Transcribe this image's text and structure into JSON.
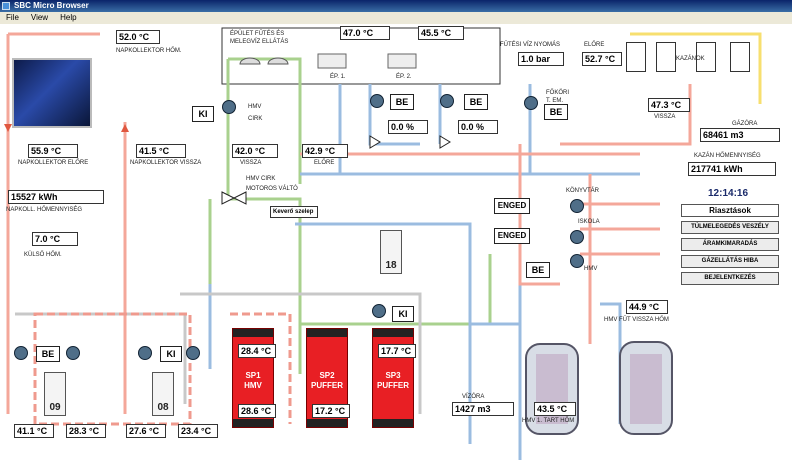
{
  "window": {
    "title": "SBC Micro Browser"
  },
  "menu": {
    "file": "File",
    "view": "View",
    "help": "Help"
  },
  "solar": {
    "collector_temp": "52.0",
    "collector_temp_label": "NAPKOLLEKTOR HŐM.",
    "flow_temp": "55.9",
    "flow_label": "NAPKOLLEKTOR ELŐRE",
    "return_temp": "41.5",
    "return_label": "NAPKOLLEKTOR VISSZA",
    "energy": "15527",
    "energy_unit": "kWh",
    "energy_label": "NAPKOLL. HŐMENNYISÉG"
  },
  "outside": {
    "temp": "7.0",
    "label": "KÜLSŐ HŐM."
  },
  "building": {
    "title_line1": "ÉPÜLET FŰTÉS ÉS",
    "title_line2": "MELEGVÍZ ELLÁTÁS",
    "ep1_temp": "47.0",
    "ep2_temp": "45.5",
    "ep1_label": "ÉP. 1.",
    "ep2_label": "ÉP. 2.",
    "valve1_pct": "0.0",
    "valve2_pct": "0.0",
    "pump1_state": "BE",
    "pump2_state": "BE"
  },
  "hmv_circ": {
    "state": "KI",
    "label_hmv": "HMV",
    "label_cirk": "CIRK",
    "return_temp": "42.0",
    "return_label": "VISSZA",
    "flow_temp": "42.9",
    "flow_label": "ELŐRE",
    "valve_label_1": "HMV CIRK",
    "valve_label_2": "MOTOROS VÁLTÓ",
    "mixer_label": "Keverő szelep"
  },
  "heating": {
    "pressure": "1.0",
    "pressure_unit": "bar",
    "pressure_label": "FŰTÉSI VÍZ NYOMÁS",
    "flow_temp": "52.7",
    "flow_label": "ELŐRE",
    "main_pump_label_1": "FŐKÖRI",
    "main_pump_label_2": "T. EM.",
    "main_pump_state": "BE",
    "return_temp": "47.3",
    "return_label": "VISSZA",
    "boilers_label": "KAZÁNOK",
    "gas": "68461",
    "gas_unit": "m3",
    "gas_label": "GÁZÓRA",
    "boiler_energy": "217741",
    "boiler_energy_unit": "kWh",
    "boiler_energy_label": "KAZÁN HŐMENNYISÉG"
  },
  "clock": {
    "time": "12:14:16"
  },
  "alarms": {
    "title": "Riasztások",
    "items": [
      "TÚLMELEGEDÉS VESZÉLY",
      "ÁRAMKIMARADÁS",
      "GÁZELLÁTÁS HIBA",
      "BEJELENTKEZÉS"
    ]
  },
  "circuits": {
    "enged1": "ENGED",
    "enged2": "ENGED",
    "konyvtar": "KÖNYVTÁR",
    "iskola": "ISKOLA",
    "hmv": "HMV",
    "hmv_pump_state": "BE",
    "hmv_return_temp": "44.9",
    "hmv_return_label": "HMV FŰT VISSZA HŐM"
  },
  "hx18": {
    "name": "18"
  },
  "sp3_pump": {
    "state": "KI"
  },
  "tanks": {
    "sp1": {
      "name1": "SP1",
      "name2": "HMV",
      "top": "28.4",
      "bottom": "28.6"
    },
    "sp2": {
      "name1": "SP2",
      "name2": "PUFFER",
      "bottom": "17.2"
    },
    "sp3": {
      "name1": "SP3",
      "name2": "PUFFER",
      "top": "17.7"
    }
  },
  "water": {
    "label": "VÍZÓRA",
    "value": "1427",
    "unit": "m3"
  },
  "hmv_tank": {
    "temp": "43.5",
    "label": "HMV 1. TART HŐM"
  },
  "bottom": {
    "hx09": "09",
    "hx08": "08",
    "pumpA_state": "BE",
    "pumpB_state": "KI",
    "t1": "41.1",
    "t2": "28.3",
    "t3": "27.6",
    "t4": "23.4"
  },
  "unit_c": "°C",
  "unit_pct": "%"
}
